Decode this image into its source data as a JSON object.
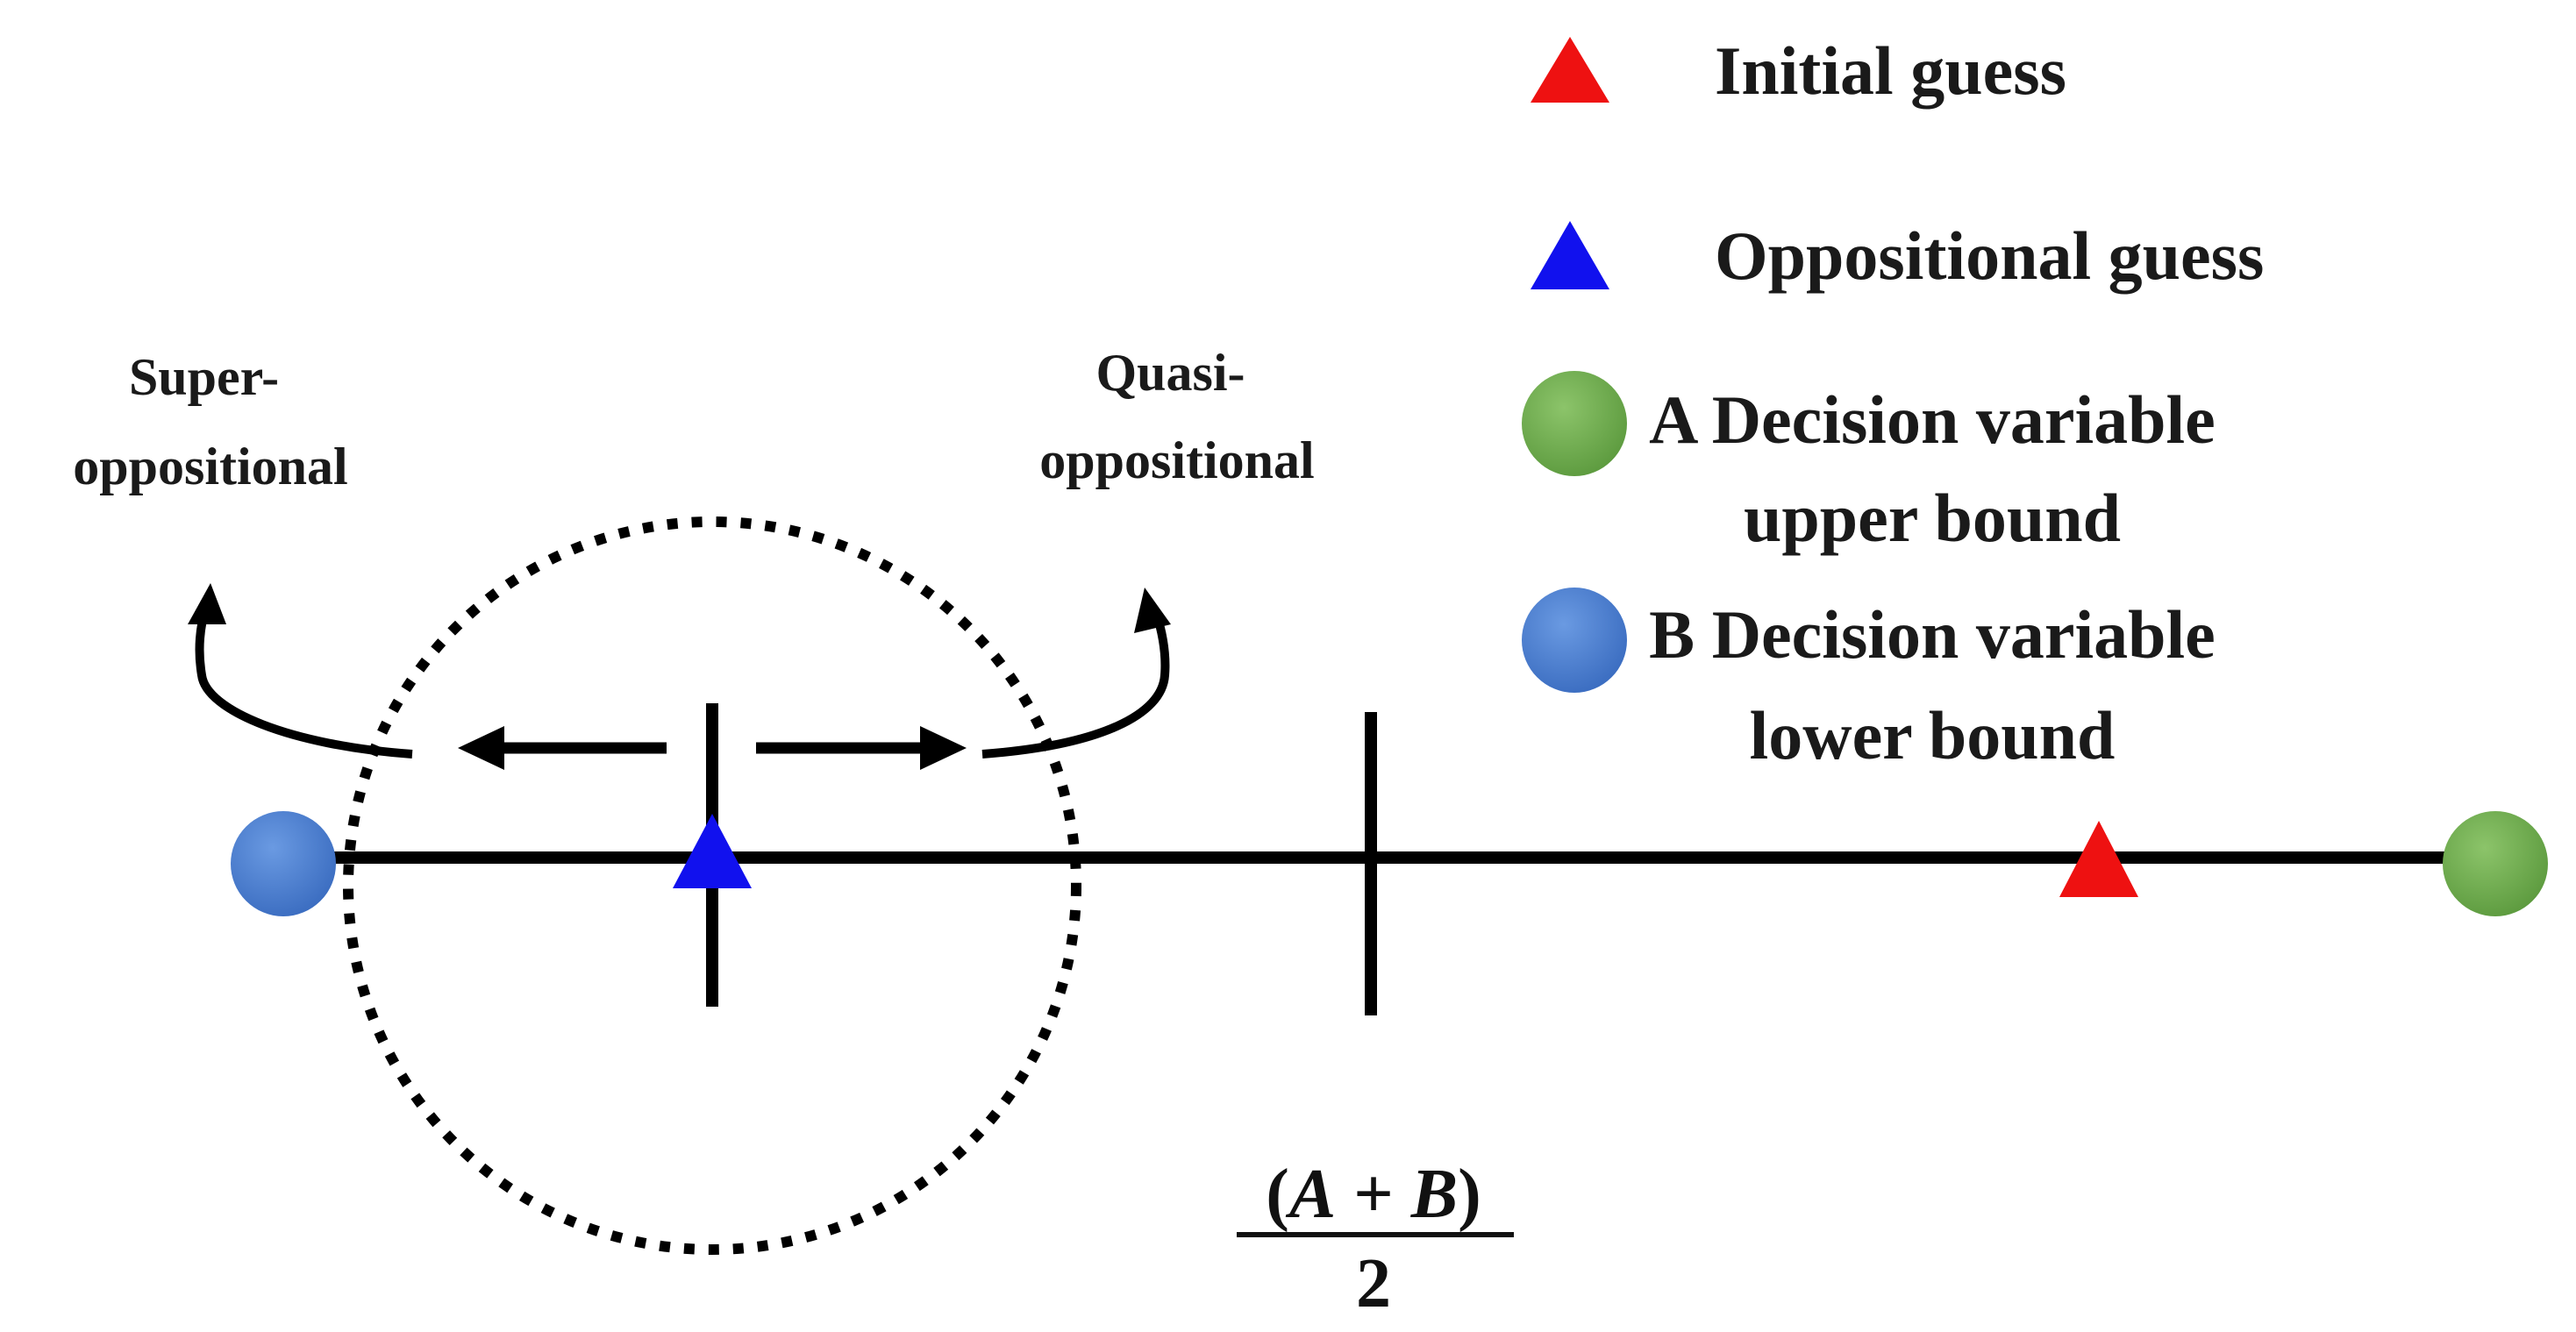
{
  "legend": {
    "items": [
      {
        "marker": "triangle",
        "color": "#ee1111",
        "text": [
          "Initial guess"
        ]
      },
      {
        "marker": "triangle",
        "color": "#1111ee",
        "text": [
          "Oppositional guess"
        ]
      },
      {
        "marker": "circle",
        "color": "#6aa84f",
        "text": [
          "A Decision variable",
          "upper bound"
        ]
      },
      {
        "marker": "circle",
        "color": "#4a7fd1",
        "text": [
          "B Decision variable",
          "lower bound"
        ]
      }
    ]
  },
  "labels": {
    "super": [
      "Super-",
      "oppositional"
    ],
    "quasi": [
      "Quasi-",
      "oppositional"
    ]
  },
  "formula": {
    "open_paren": "(",
    "A": "A",
    "plus": " + ",
    "B": "B",
    "close_paren": ")",
    "denominator": "2"
  },
  "colors": {
    "initial_guess": "#ee1111",
    "oppositional_guess": "#1111ee",
    "upper_bound": "#6aa84f",
    "lower_bound": "#4a7fd1",
    "line": "#000000"
  },
  "icons": {
    "initial": "red-triangle-icon",
    "oppositional": "blue-triangle-icon",
    "upper": "green-circle-icon",
    "lower": "blue-circle-icon"
  }
}
